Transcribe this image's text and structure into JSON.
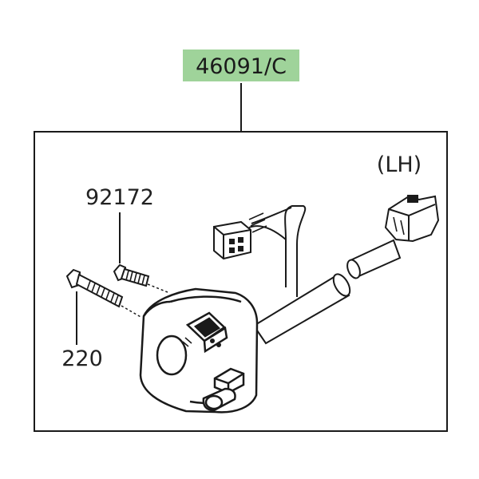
{
  "main_part": {
    "number": "46091/C",
    "highlight_color": "#9fd39a"
  },
  "side_label": "(LH)",
  "callouts": [
    {
      "id": "screw",
      "number": "92172"
    },
    {
      "id": "bolt",
      "number": "220"
    }
  ],
  "colors": {
    "line": "#1a1a1a",
    "frame": "#1a1a1a",
    "background": "#ffffff"
  }
}
